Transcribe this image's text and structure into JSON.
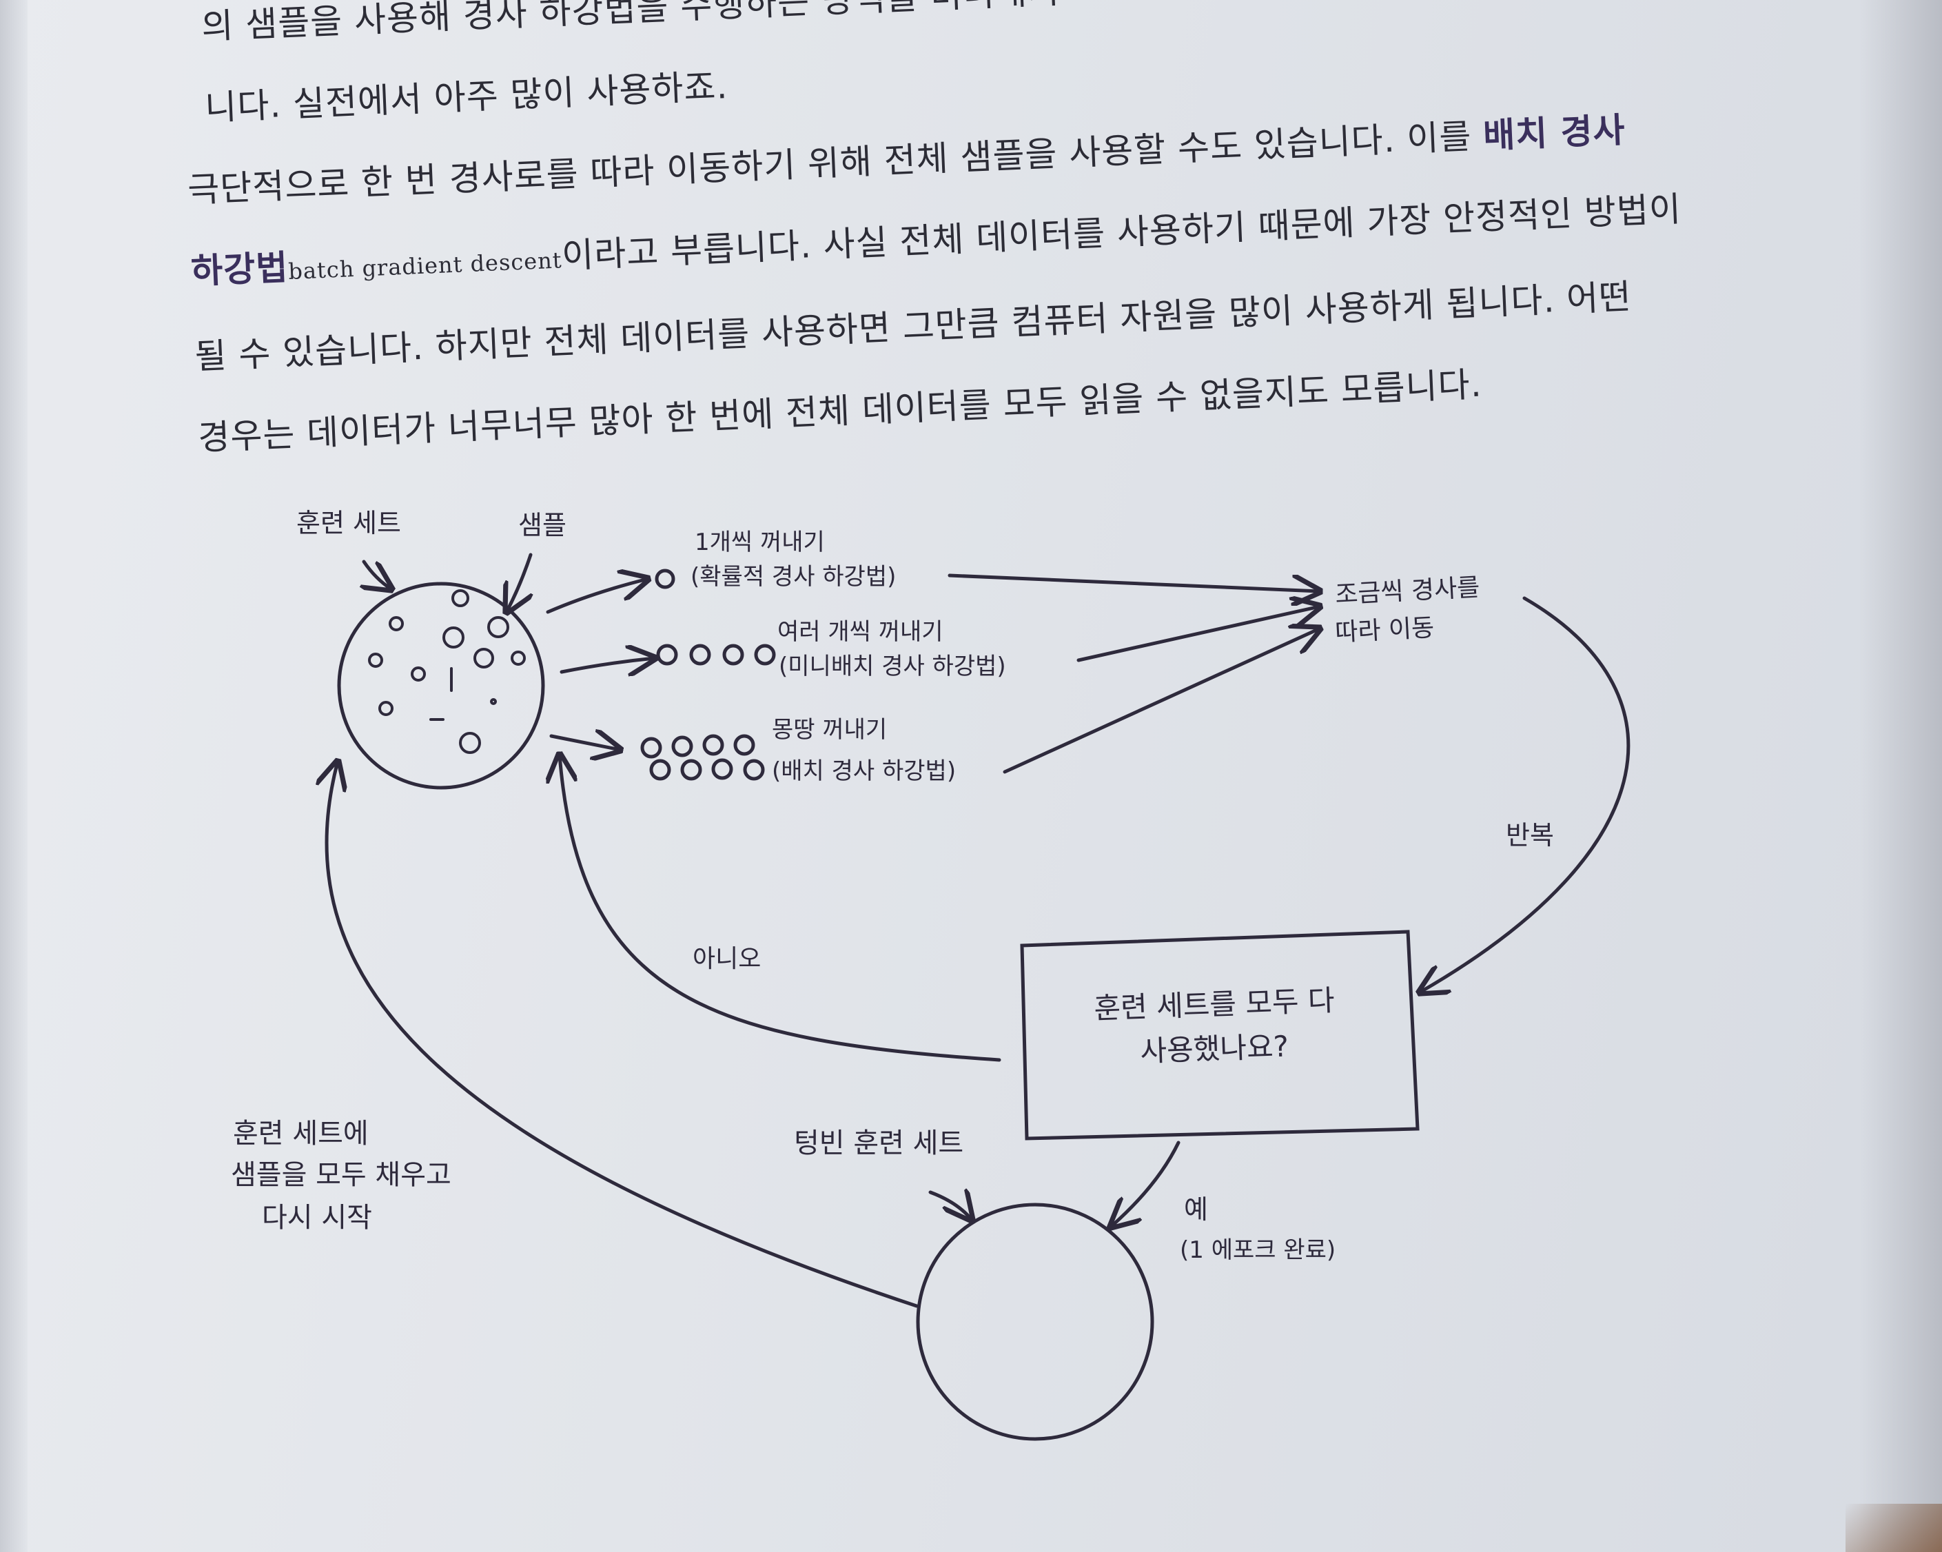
{
  "body_text": {
    "line0": "의 샘플을 사용해 경사 하강법을 수행하는 방식을 미니배치",
    "line1": "니다. 실전에서 아주 많이 사용하죠.",
    "line2a": "극단적으로 한 번 경사로를 따라 이동하기 위해 전체 샘플을 사용할 수도 있습니다. 이를 ",
    "line2b": "배치 경사",
    "line3a": "하강법",
    "line3b": "batch gradient descent",
    "line3c": "이라고 부릅니다. 사실 전체 데이터를 사용하기 때문에 가장 안정적인 방법이",
    "line4": "될 수 있습니다. 하지만 전체 데이터를 사용하면 그만큼 컴퓨터 자원을 많이 사용하게 됩니다. 어떤",
    "line5": "경우는 데이터가 너무너무 많아 한 번에 전체 데이터를 모두 읽을 수 없을지도 모릅니다."
  },
  "diagram": {
    "training_set_label": "훈련 세트",
    "sample_label": "샘플",
    "one_take_label": "1개씩 꺼내기",
    "sgd_label": "(확률적 경사 하강법)",
    "several_take_label": "여러 개씩 꺼내기",
    "minibatch_label": "(미니배치 경사 하강법)",
    "all_take_label": "몽땅 꺼내기",
    "batch_label": "(배치 경사 하강법)",
    "move_label_1": "조금씩 경사를",
    "move_label_2": "따라 이동",
    "repeat_label": "반복",
    "question_1": "훈련 세트를 모두 다",
    "question_2": "사용했나요?",
    "no_label": "아니오",
    "yes_label": "예",
    "epoch_label": "(1 에포크 완료)",
    "empty_set_label": "텅빈 훈련 세트",
    "refill_1": "훈련 세트에",
    "refill_2": "샘플을 모두 채우고",
    "refill_3": "다시 시작"
  },
  "colors": {
    "ink": "#2e2a3c",
    "accent_bold": "#3a2f5c",
    "paper": "#e4e7ec"
  }
}
